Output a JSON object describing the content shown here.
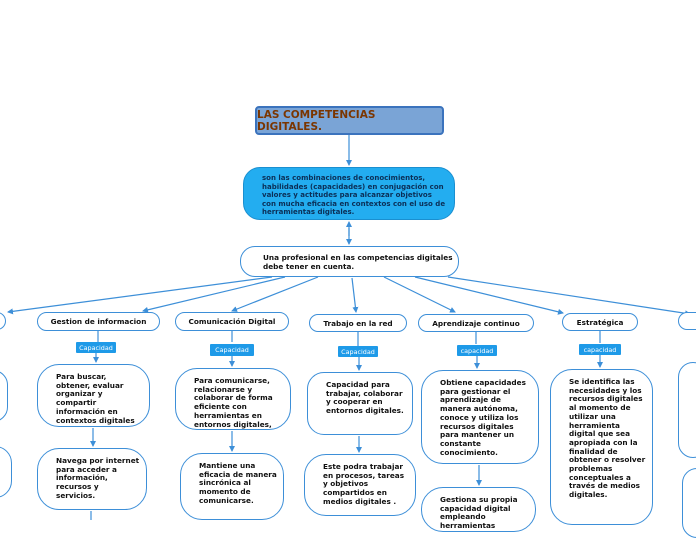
{
  "title": "LAS COMPETENCIAS DIGITALES.",
  "definition": "son las combinaciones de conocimientos, habilidades (capacidades) en conjugación con valores y actitudes para alcanzar objetivos con mucha eficacia en contextos con el uso de herramientas digitales.",
  "profile": "Una profesional en las competencias digitales debe tener en cuenta.",
  "branches": [
    {
      "label": "Gestion de informacion",
      "tag": "Capacidad",
      "items": [
        "Para buscar, obtener, evaluar organizar y compartir información en contextos digitales",
        "Navega por internet para acceder a información, recursos y servicios."
      ]
    },
    {
      "label": "Comunicación Digital",
      "tag": "Capacidad",
      "items": [
        "Para comunicarse, relacionarse y colaborar de forma eficiente con herramientas en entornos digitales,",
        "Mantiene una eficacia de manera sincrónica al momento de comunicarse."
      ]
    },
    {
      "label": "Trabajo en la red",
      "tag": "Capacidad",
      "items": [
        "Capacidad para trabajar, colaborar y cooperar en entornos digitales.",
        "Este podra trabajar en procesos, tareas y objetivos compartidos en medios digitales ."
      ]
    },
    {
      "label": "Aprendizaje continuo",
      "tag": "capacidad",
      "items": [
        "Obtiene capacidades para gestionar el aprendizaje de manera autónoma, conoce y utiliza los recursos digitales para mantener un constante conocimiento.",
        "Gestiona su propia capacidad digital empleando herramientas"
      ]
    },
    {
      "label": "Estratégica",
      "tag": "capacidad",
      "items": [
        "Se identifica las necesidades y los recursos digitales al momento de utilizar una herramienta digital que sea apropiada con la finalidad de obtener o resolver problemas conceptuales a través de medios digitales."
      ]
    }
  ]
}
